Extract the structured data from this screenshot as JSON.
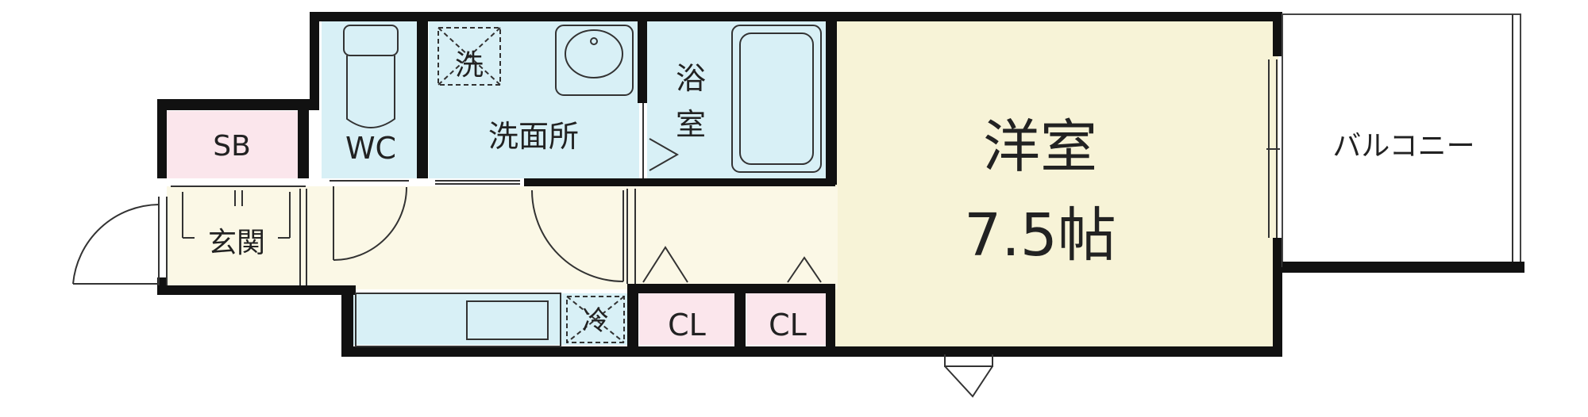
{
  "colors": {
    "wall": "#111111",
    "room_main": "#f7f3d7",
    "entry": "#fbf8e6",
    "storage": "#fbe6ec",
    "water": "#d8f0f6",
    "fixture_line": "#333333",
    "background": "#ffffff"
  },
  "rooms": {
    "youshitsu_name": "洋室",
    "youshitsu_size": "7.5帖",
    "balcony": "バルコニー",
    "shoe_box": "SB",
    "toilet": "WC",
    "washroom": "洗面所",
    "bath": "浴室",
    "entrance": "玄関",
    "closet_1": "CL",
    "closet_2": "CL"
  },
  "fixtures": {
    "washing_machine": "洗",
    "fridge": "冷"
  }
}
